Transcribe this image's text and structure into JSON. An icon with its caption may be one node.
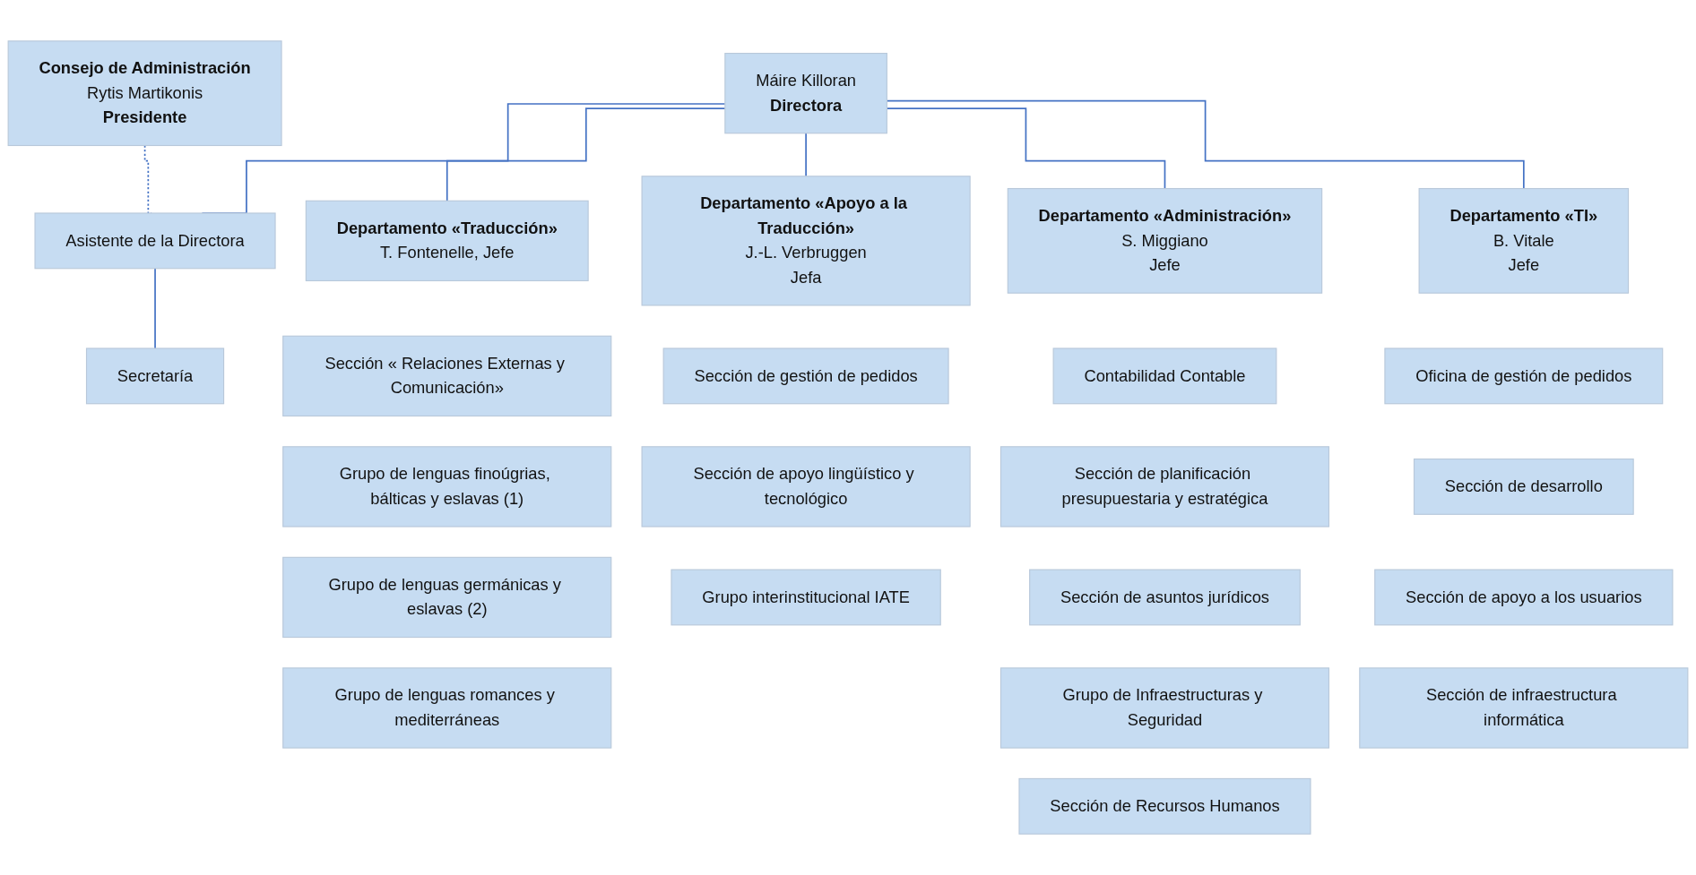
{
  "diagram": {
    "nodes": [
      {
        "text": [
          "Consejo de Administración",
          "Rytis Martikonis",
          "Presidente"
        ]
      },
      {
        "text": [
          "Máire Killoran",
          "Directora"
        ]
      },
      {
        "text": [
          "Asistente de la Directora"
        ]
      },
      {
        "text": [
          "Secretaría"
        ]
      },
      {
        "text": [
          "Departamento «Traducción»",
          "T. Fontenelle, Jefe"
        ]
      },
      {
        "text": [
          "Departamento «Apoyo a la Traducción»",
          "J.-L. Verbruggen",
          "Jefa"
        ]
      },
      {
        "text": [
          "Departamento «Administración»",
          "S. Miggiano",
          "Jefe"
        ]
      },
      {
        "text": [
          "Departamento «TI»",
          "B. Vitale",
          "Jefe"
        ]
      },
      {
        "text": [
          "Sección « Relaciones Externas y Comunicación»"
        ]
      },
      {
        "text": [
          "Grupo de lenguas finoúgrias, bálticas y eslavas (1)"
        ]
      },
      {
        "text": [
          "Grupo de lenguas germánicas y eslavas (2)"
        ]
      },
      {
        "text": [
          "Grupo de lenguas romances y mediterráneas"
        ]
      },
      {
        "text": [
          "Sección de gestión de pedidos"
        ]
      },
      {
        "text": [
          "Sección de apoyo lingüístico y tecnológico"
        ]
      },
      {
        "text": [
          "Grupo interinstitucional IATE"
        ]
      },
      {
        "text": [
          "Contabilidad Contable"
        ]
      },
      {
        "text": [
          "Sección de planificación presupuestaria y estratégica"
        ]
      },
      {
        "text": [
          "Sección de asuntos jurídicos"
        ]
      },
      {
        "text": [
          "Grupo de Infraestructuras y Seguridad"
        ]
      },
      {
        "text": [
          "Sección de Recursos Humanos"
        ]
      },
      {
        "text": [
          "Oficina de gestión de pedidos"
        ]
      },
      {
        "text": [
          "Sección de desarrollo"
        ]
      },
      {
        "text": [
          "Sección de apoyo a los usuarios"
        ]
      },
      {
        "text": [
          "Sección de infraestructura informática"
        ]
      }
    ],
    "edges": [
      {
        "from": 0,
        "to": 2,
        "arrow": "none",
        "style": "dashed"
      },
      {
        "from": 1,
        "to": 2,
        "arrow": "none"
      },
      {
        "from": 2,
        "to": 3,
        "arrow": "none"
      },
      {
        "from": 1,
        "to": 4,
        "arrow": "none"
      },
      {
        "from": 1,
        "to": 5,
        "arrow": "none"
      },
      {
        "from": 1,
        "to": 6,
        "arrow": "none"
      },
      {
        "from": 1,
        "to": 7,
        "arrow": "none"
      }
    ]
  }
}
